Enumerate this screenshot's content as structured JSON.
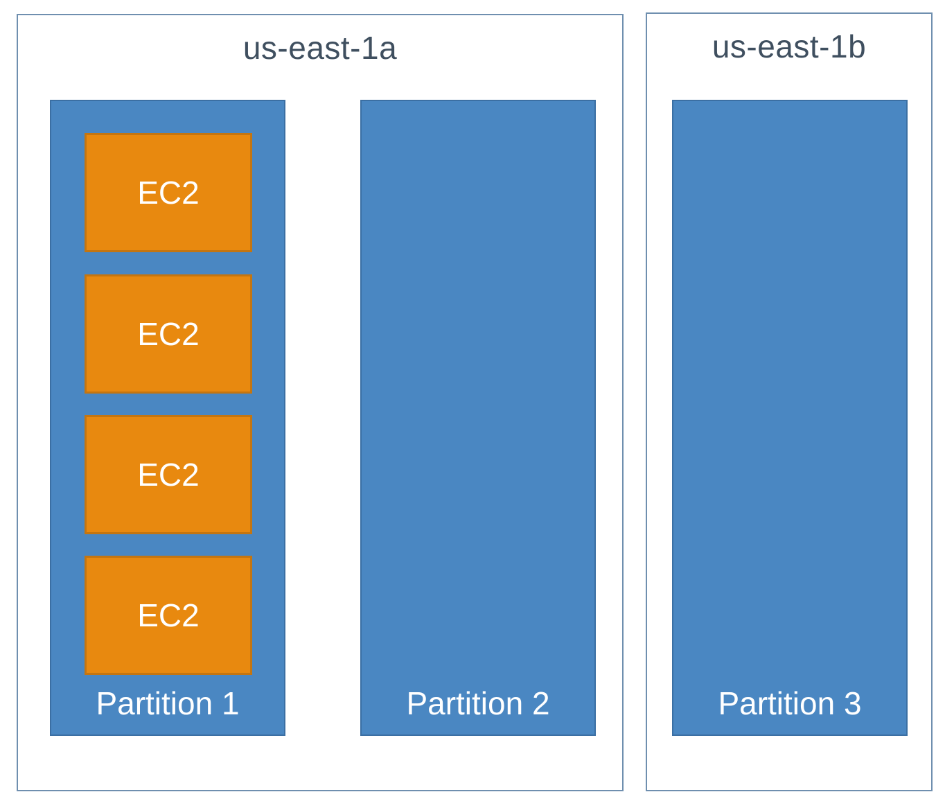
{
  "zones": [
    {
      "label": "us-east-1a",
      "partitions": [
        {
          "label": "Partition 1",
          "instances": [
            {
              "label": "EC2"
            },
            {
              "label": "EC2"
            },
            {
              "label": "EC2"
            },
            {
              "label": "EC2"
            }
          ]
        },
        {
          "label": "Partition 2",
          "instances": []
        }
      ]
    },
    {
      "label": "us-east-1b",
      "partitions": [
        {
          "label": "Partition 3",
          "instances": []
        }
      ]
    }
  ],
  "colors": {
    "zone_border": "#6f8faf",
    "zone_text": "#3f4f5f",
    "partition_fill": "#4a87c2",
    "instance_fill": "#e8890f",
    "instance_text": "#ffffff"
  }
}
